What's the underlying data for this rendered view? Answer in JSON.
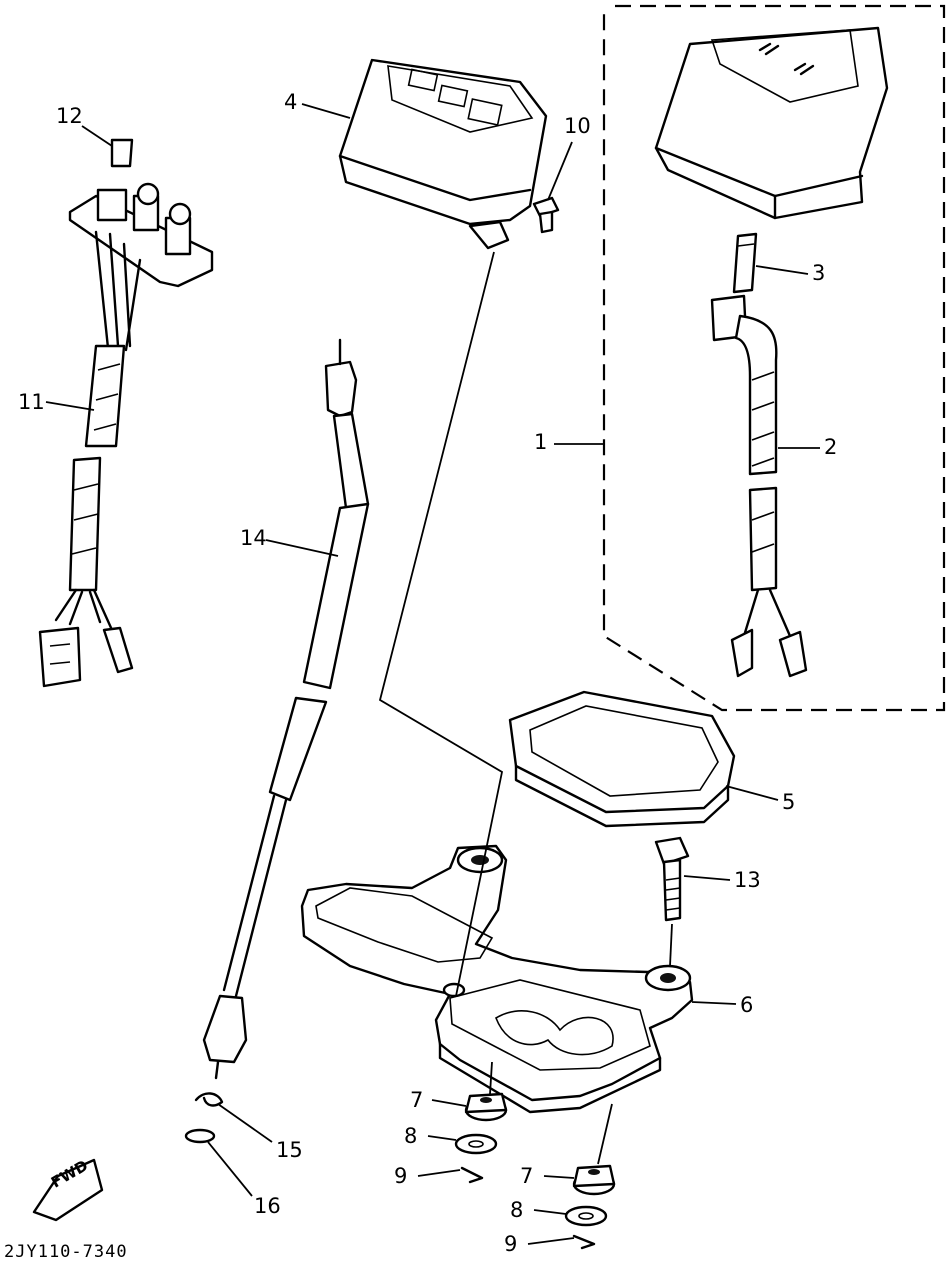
{
  "parts": [
    {
      "id": "1",
      "label": "1"
    },
    {
      "id": "2",
      "label": "2"
    },
    {
      "id": "3",
      "label": "3"
    },
    {
      "id": "4",
      "label": "4"
    },
    {
      "id": "5",
      "label": "5"
    },
    {
      "id": "6",
      "label": "6"
    },
    {
      "id": "7a",
      "label": "7"
    },
    {
      "id": "7b",
      "label": "7"
    },
    {
      "id": "8a",
      "label": "8"
    },
    {
      "id": "8b",
      "label": "8"
    },
    {
      "id": "9a",
      "label": "9"
    },
    {
      "id": "9b",
      "label": "9"
    },
    {
      "id": "10",
      "label": "10"
    },
    {
      "id": "11",
      "label": "11"
    },
    {
      "id": "12",
      "label": "12"
    },
    {
      "id": "13",
      "label": "13"
    },
    {
      "id": "14",
      "label": "14"
    },
    {
      "id": "15",
      "label": "15"
    },
    {
      "id": "16",
      "label": "16"
    }
  ],
  "fwd_label": "FWD",
  "diagram_code": "2JY110-7340"
}
